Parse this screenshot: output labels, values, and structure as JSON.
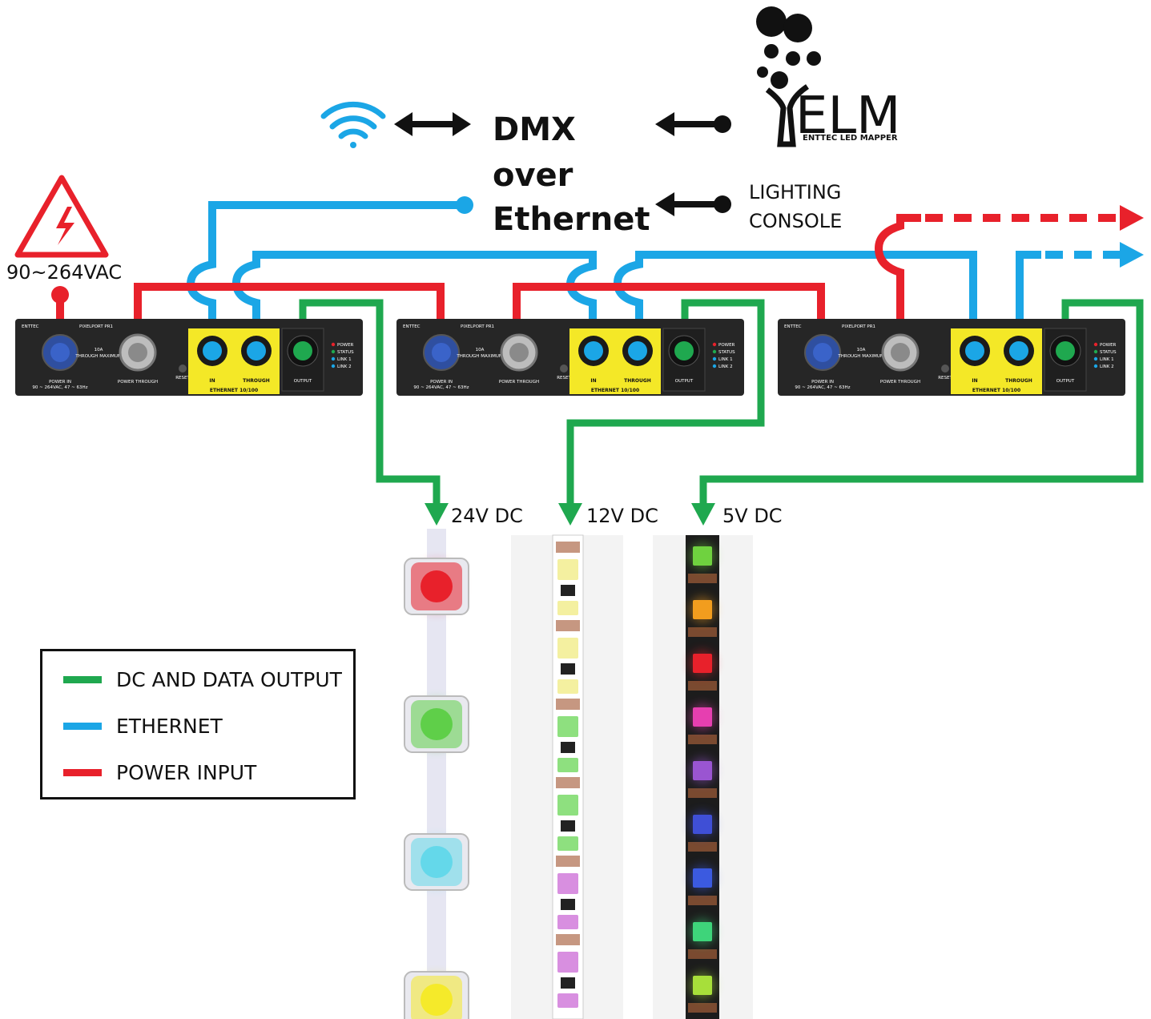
{
  "title_lines": [
    "DMX",
    "over",
    "Ethernet"
  ],
  "sources": {
    "elm_name": "ELM",
    "elm_sub": "ENTTEC LED MAPPER",
    "console_line1": "LIGHTING",
    "console_line2": "CONSOLE"
  },
  "power_label": "90~264VAC",
  "device": {
    "brand": "ENTTEC",
    "model": "PIXELPORT PR1",
    "power_in": "POWER IN",
    "power_in_spec": "90 ~ 264VAC, 47 ~ 63Hz",
    "power_through": "POWER THROUGH",
    "rating": "10A",
    "rating_sub": "THROUGH MAXIMUM",
    "port_in": "IN",
    "port_through": "THROUGH",
    "ethernet": "ETHERNET 10/100",
    "output": "OUTPUT",
    "reset": "RESET",
    "leds": [
      "POWER",
      "STATUS",
      "LINK 1",
      "LINK 2"
    ]
  },
  "outputs": [
    "24V DC",
    "12V DC",
    "5V DC"
  ],
  "legend": [
    {
      "label": "DC AND DATA OUTPUT",
      "color": "#1fa84f"
    },
    {
      "label": "ETHERNET",
      "color": "#1ba6e6"
    },
    {
      "label": "POWER INPUT",
      "color": "#e8212b"
    }
  ],
  "colors": {
    "green": "#1fa84f",
    "blue": "#1ba6e6",
    "red": "#e8212b",
    "device": "#222222",
    "yellow": "#f4e827"
  },
  "strip_colors": {
    "pixel_24v": [
      "#e8212b",
      "#5fcf49",
      "#64d8ea",
      "#f5ea2a"
    ],
    "pixel_12v": [
      "#f4f0a0",
      "#f4f0a0",
      "#8ee07f",
      "#8ee07f",
      "#d88fe0",
      "#d88fe0"
    ],
    "pixel_5v": [
      "#6fd23f",
      "#f29d1e",
      "#e8212b",
      "#e63fb0",
      "#9a55d1",
      "#3f4fd6",
      "#3b5ae0",
      "#3ed47a",
      "#a7df3a"
    ]
  }
}
